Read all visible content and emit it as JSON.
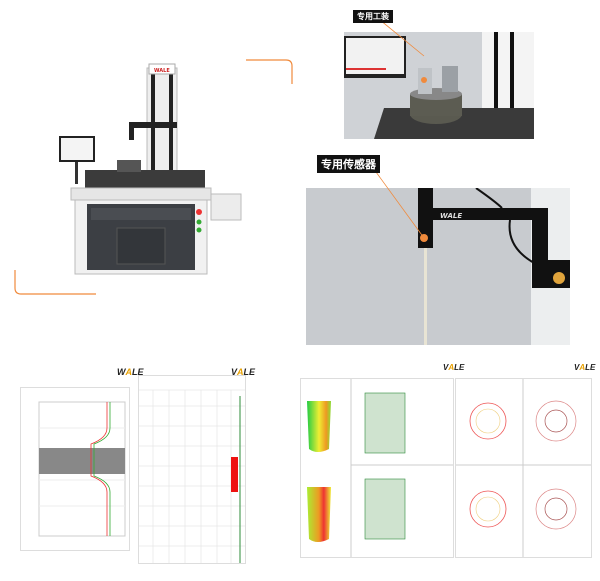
{
  "labels": {
    "fixture": "专用工装",
    "sensor": "专用传感器"
  },
  "brand": {
    "logo_text": "WALE"
  },
  "colors": {
    "accent_orange": "#f08a3c",
    "label_bg": "#111111",
    "report_red": "#ee1111",
    "report_green": "#2e8b3a"
  }
}
